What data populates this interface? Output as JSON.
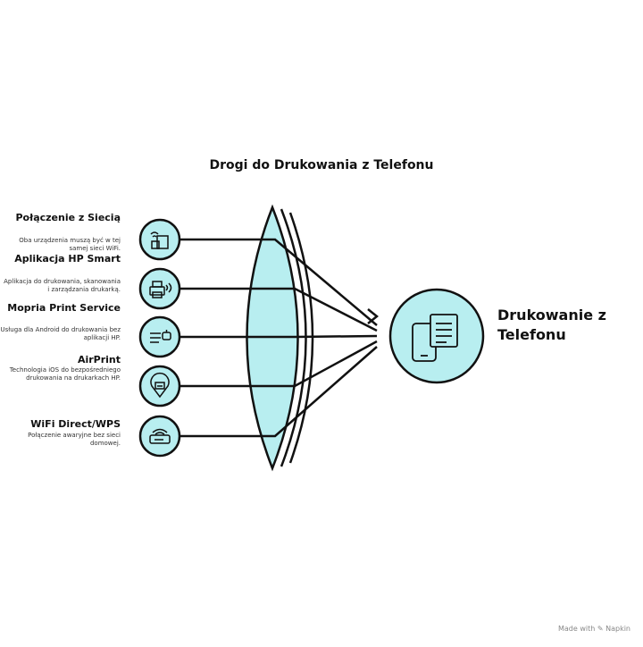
{
  "title": "Drogi do Drukowania z Telefonu",
  "items": [
    {
      "title": "Połączenie z Siecią",
      "description": "Oba urządzenia muszą być w tej samej sieci WiFi.",
      "icon": "wifi-devices-icon"
    },
    {
      "title": "Aplikacja HP Smart",
      "description": "Aplikacja do drukowania, skanowania i zarządzania drukarką.",
      "icon": "printer-wireless-icon"
    },
    {
      "title": "Mopria Print Service",
      "description": "Usługa dla Android do drukowania bez aplikacji HP.",
      "icon": "android-service-icon"
    },
    {
      "title": "AirPrint",
      "description": "Technologia iOS do bezpośredniego drukowania na drukarkach HP.",
      "icon": "airprint-location-icon"
    },
    {
      "title": "WiFi Direct/WPS",
      "description": "Połączenie awaryjne bez sieci domowej.",
      "icon": "wifi-router-icon"
    }
  ],
  "result": {
    "label": "Drukowanie z Telefonu",
    "icon": "phone-document-icon"
  },
  "watermark": "Made with ✎ Napkin",
  "colors": {
    "fill": "#b8eef0",
    "stroke": "#111111",
    "text": "#111111"
  }
}
